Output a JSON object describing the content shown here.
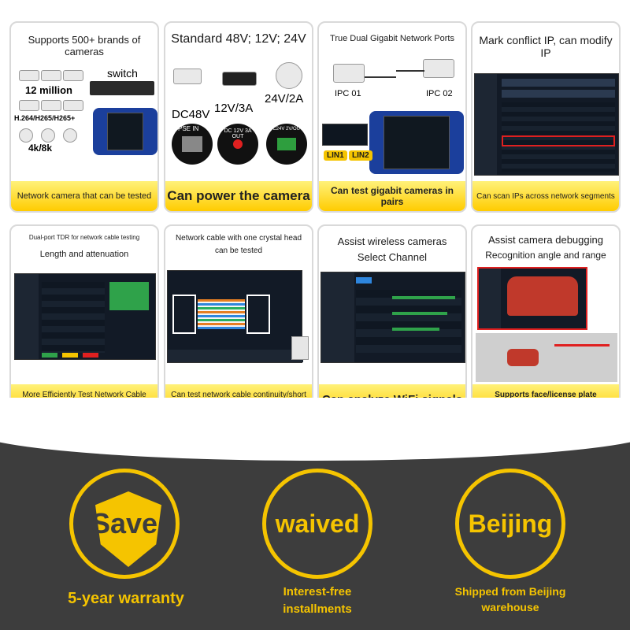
{
  "cards": [
    {
      "title": "Supports 500+ brands of cameras",
      "caption": "Network camera that can be tested",
      "labels": [
        "switch",
        "12 million",
        "H.264/H265/H265+",
        "4k/8k"
      ]
    },
    {
      "title": "Standard 48V; 12V; 24V",
      "caption": "Can power the camera",
      "labels": [
        "DC48V",
        "12V/3A",
        "24V/2A",
        "PSE IN",
        "DC 12V 3A OUT",
        "DC24V 2V/OUT"
      ]
    },
    {
      "title": "True Dual Gigabit Network Ports",
      "caption": "Can test gigabit cameras in pairs",
      "labels": [
        "IPC 01",
        "IPC 02",
        "LIN1",
        "LIN2"
      ]
    },
    {
      "title": "Mark conflict IP, can modify IP",
      "caption": "Can scan IPs across network segments",
      "labels": []
    },
    {
      "title_line1": "Dual-port TDR for network cable testing",
      "title_line2": "Length and attenuation",
      "caption": "More Efficiently Test Network Cable Quality"
    },
    {
      "title_line1": "Network cable with one crystal head",
      "title_line2": "can be tested",
      "caption": "Can test network cable continuity/short circuit"
    },
    {
      "title_line1": "Assist wireless cameras",
      "title_line2": "Select Channel",
      "caption": "Can analyze WiFi signals"
    },
    {
      "title_line1": "Assist camera debugging",
      "title_line2": "Recognition angle and range",
      "caption": "Supports face/license plate recognition"
    }
  ],
  "badges": [
    {
      "word": "Save",
      "text": "5-year warranty"
    },
    {
      "word": "waived",
      "text_line1": "Interest-free",
      "text_line2": "installments"
    },
    {
      "word": "Beijing",
      "text_line1": "Shipped from Beijing",
      "text_line2": "warehouse"
    }
  ],
  "colors": {
    "accent": "#f5c400",
    "dark_band": "#3d3d3d",
    "caption_bg": "#ffd61a",
    "device": "#1b3f9c"
  }
}
